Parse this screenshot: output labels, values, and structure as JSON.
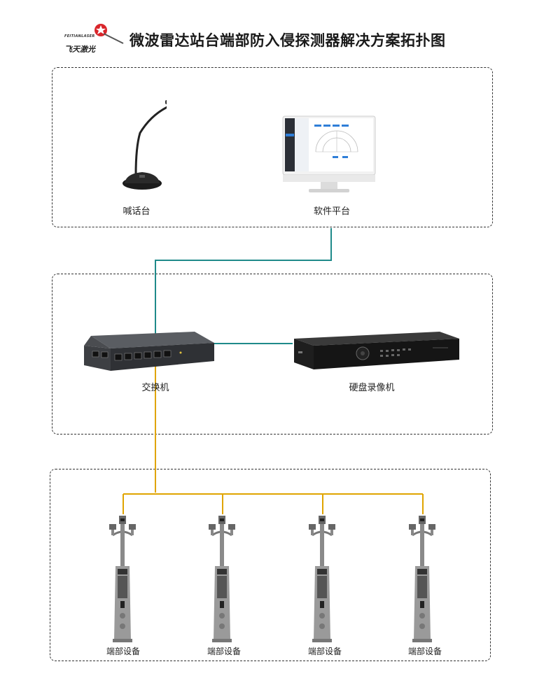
{
  "header": {
    "brand_en": "FEITIANLASER",
    "brand_cn": "飞天激光",
    "title": "微波雷达站台端部防入侵探测器解决方案拓扑图"
  },
  "top_panel": {
    "devices": [
      {
        "label": "喊话台"
      },
      {
        "label": "软件平台"
      }
    ]
  },
  "middle_panel": {
    "devices": [
      {
        "label": "交换机"
      },
      {
        "label": "硬盘录像机"
      }
    ]
  },
  "bottom_panel": {
    "devices": [
      {
        "label": "端部设备"
      },
      {
        "label": "端部设备"
      },
      {
        "label": "端部设备"
      },
      {
        "label": "端部设备"
      }
    ]
  },
  "colors": {
    "network_line": "#1f8a8a",
    "power_line": "#e0a400",
    "logo_red": "#d9262b"
  }
}
